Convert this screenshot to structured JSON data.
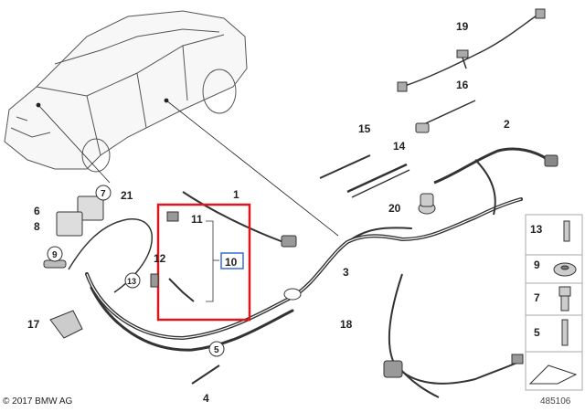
{
  "diagram": {
    "callouts": {
      "c1": "1",
      "c2": "2",
      "c3": "3",
      "c4": "4",
      "c5": "5",
      "c6": "6",
      "c7": "7",
      "c8": "8",
      "c9": "9",
      "c10": "10",
      "c11": "11",
      "c12": "12",
      "c13": "13",
      "c14": "14",
      "c15": "15",
      "c16": "16",
      "c17": "17",
      "c18": "18",
      "c19": "19",
      "c20": "20",
      "c21": "21"
    },
    "legend": {
      "l13": "13",
      "l9": "9",
      "l7": "7",
      "l5": "5"
    }
  },
  "footer": {
    "copyright": "© 2017 BMW AG",
    "doc_number": "485106"
  },
  "colors": {
    "highlight_box": "#e0161e",
    "selected_callout_border": "#3a6fd8",
    "cable": "#333333",
    "legend_bg": "#ffffff"
  }
}
